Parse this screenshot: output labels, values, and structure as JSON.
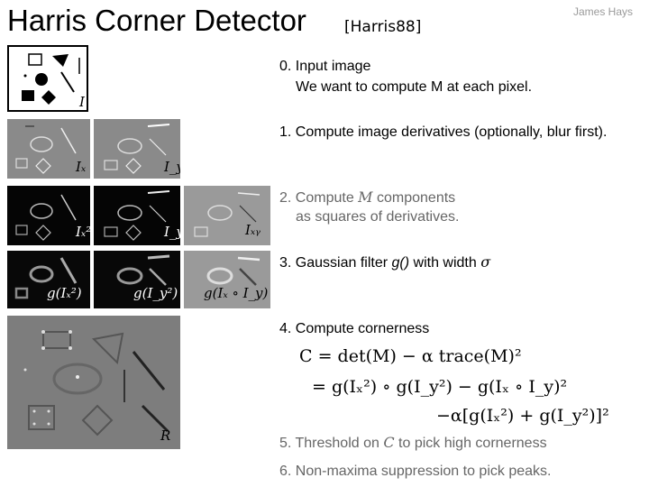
{
  "header": {
    "title": "Harris Corner Detector",
    "citation": "[Harris88]",
    "author": "James Hays"
  },
  "steps": {
    "s0_line1": "0. Input image",
    "s0_line2": "We want to compute M at each pixel.",
    "s1": "1. Compute image derivatives (optionally, blur first).",
    "s2_prefix": "2. Compute ",
    "s2_var": "M",
    "s2_suffix": " components",
    "s2_line2": "as squares of derivatives.",
    "s3_prefix": "3. Gaussian filter ",
    "s3_func": "g()",
    "s3_mid": " with width ",
    "s3_sigma": "σ",
    "s4": "4. Compute cornerness",
    "eq1": "C = det(M) − α trace(M)²",
    "eq2": "= g(Iₓ²) ∘ g(I_y²) − g(Iₓ ∘ I_y)²",
    "eq3": "−α[g(Iₓ²) + g(I_y²)]²",
    "s5_prefix": "5. Threshold on ",
    "s5_var": "C",
    "s5_suffix": " to pick high cornerness",
    "s6": "6. Non-maxima suppression to pick peaks."
  },
  "panels": {
    "input": "I",
    "ix": "Iₓ",
    "iy": "I_y",
    "ix2": "Iₓ²",
    "iy2": "I_y²",
    "ixy": "Iₓᵧ",
    "gix2": "g(Iₓ²)",
    "giy2": "g(I_y²)",
    "gixiy": "g(Iₓ ∘ I_y)",
    "r": "R"
  }
}
